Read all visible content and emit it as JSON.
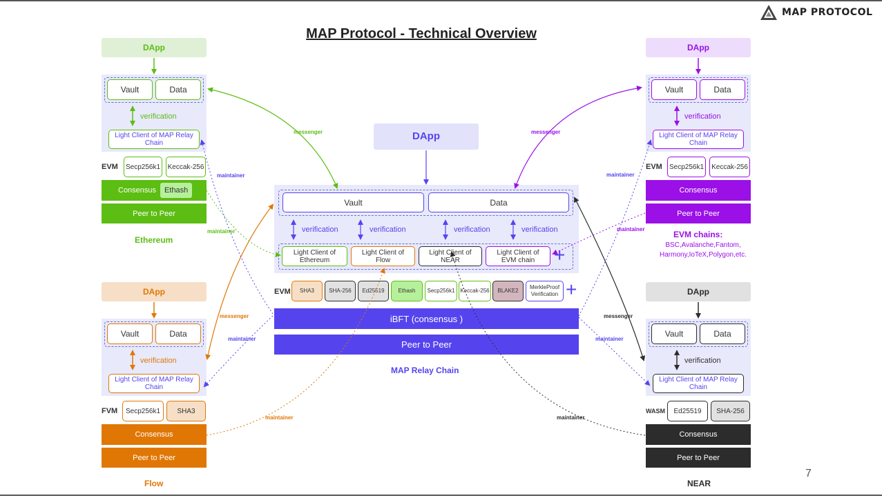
{
  "title": "MAP Protocol - Technical Overview",
  "logo_text": "MAP PROTOCOL",
  "page_number": "7",
  "common": {
    "dapp": "DApp",
    "vault": "Vault",
    "data": "Data",
    "verification": "verification",
    "light_client_relay": "Light Client of MAP Relay Chain",
    "consensus": "Consensus",
    "peer_to_peer": "Peer to Peer",
    "messenger": "messenger",
    "maintainer": "maintainer"
  },
  "ethereum": {
    "vm": "EVM",
    "crypto": [
      "Secp256k1",
      "Keccak-256"
    ],
    "consensus_tag": "Ethash",
    "name": "Ethereum"
  },
  "flow": {
    "vm": "FVM",
    "crypto": [
      "Secp256k1",
      "SHA3"
    ],
    "name": "Flow"
  },
  "evm_chains": {
    "vm": "EVM",
    "crypto": [
      "Secp256k1",
      "Keccak-256"
    ],
    "name": "EVM chains:",
    "list": "BSC,Avalanche,Fantom, Harmony,IoTeX,Polygon,etc."
  },
  "near": {
    "vm": "WASM",
    "crypto": [
      "Ed25519",
      "SHA-256"
    ],
    "name": "NEAR"
  },
  "relay": {
    "dapp": "DApp",
    "vault": "Vault",
    "data": "Data",
    "verification": "verification",
    "light_clients": [
      "Light Client of Ethereum",
      "Light Client of Flow",
      "Light Client of NEAR",
      "Light Client of EVM chain"
    ],
    "plus": "+",
    "vm": "EVM",
    "precompiles": [
      "SHA3",
      "SHA-256",
      "Ed25519",
      "Ethash",
      "Secp256k1",
      "Keccak-256",
      "BLAKE2",
      "MerkleProof Verification"
    ],
    "consensus": "iBFT (consensus )",
    "peer_to_peer": "Peer to Peer",
    "name": "MAP Relay Chain"
  },
  "colors": {
    "ethereum": "#5cbd12",
    "flow": "#e07705",
    "evm": "#9a10e6",
    "near": "#2c2c2c",
    "relay": "#5544ee",
    "panel": "#e8e9fb"
  }
}
